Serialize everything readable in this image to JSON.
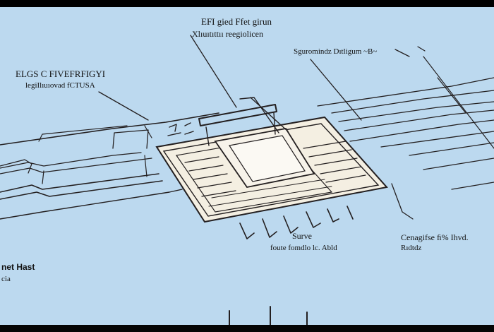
{
  "labels": {
    "top_title": "EFI gied Ffet girun",
    "top_subtitle": "Xlıuıtıttıı reegiolicen",
    "left_title": "ELGS C FIVEFRFIGYI",
    "left_subtitle": "legiIlıuıovad fCTUSA",
    "right_top": "Sguromindz Dıtligum   ~B~",
    "center_bottom_title": "Surve",
    "center_bottom_subtitle": "foute fomdlo lc. Abld",
    "right_bottom_title": "Cenagifse ﬁ% Ihvd.",
    "right_bottom_subtitle": "Rıdtdz",
    "left_bottom_title": "net Hast",
    "left_bottom_subtitle": "cia"
  },
  "colors": {
    "paper": "#bcd9ef",
    "ink": "#231f20",
    "panel": "#f4efe2",
    "frame": "#050505"
  }
}
